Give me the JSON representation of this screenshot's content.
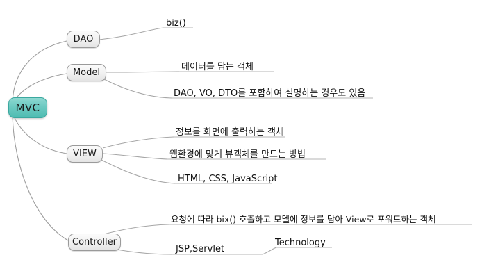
{
  "diagram": {
    "type": "mind-map",
    "title": "MVC",
    "root": {
      "label": "MVC",
      "color": "#5ec4bc"
    },
    "branches": [
      {
        "label": "DAO",
        "children": [
          {
            "label": "biz()"
          }
        ]
      },
      {
        "label": "Model",
        "children": [
          {
            "label": "데이터를 담는 객체"
          },
          {
            "label": "DAO, VO, DTO를 포함하여 설명하는 경우도 있음"
          }
        ]
      },
      {
        "label": "VIEW",
        "children": [
          {
            "label": "정보를 화면에 출력하는 객체"
          },
          {
            "label": "웹환경에 맞게 뷰객체를 만드는 방법"
          },
          {
            "label": "HTML, CSS, JavaScript"
          }
        ]
      },
      {
        "label": "Controller",
        "children": [
          {
            "label": "요청에 따라 bix() 호출하고 모델에 정보를 담아 View로 포워드하는 객체"
          },
          {
            "label": "JSP,Servlet"
          },
          {
            "label": "Technology"
          }
        ]
      }
    ],
    "colors": {
      "root_fill": "#5ec4bc",
      "root_border": "#3ba89f",
      "branch_fill": "#f1f1f1",
      "branch_border": "#9a9a9a",
      "wire": "#9d9d9d",
      "text": "#111111",
      "background": "#ffffff"
    }
  }
}
